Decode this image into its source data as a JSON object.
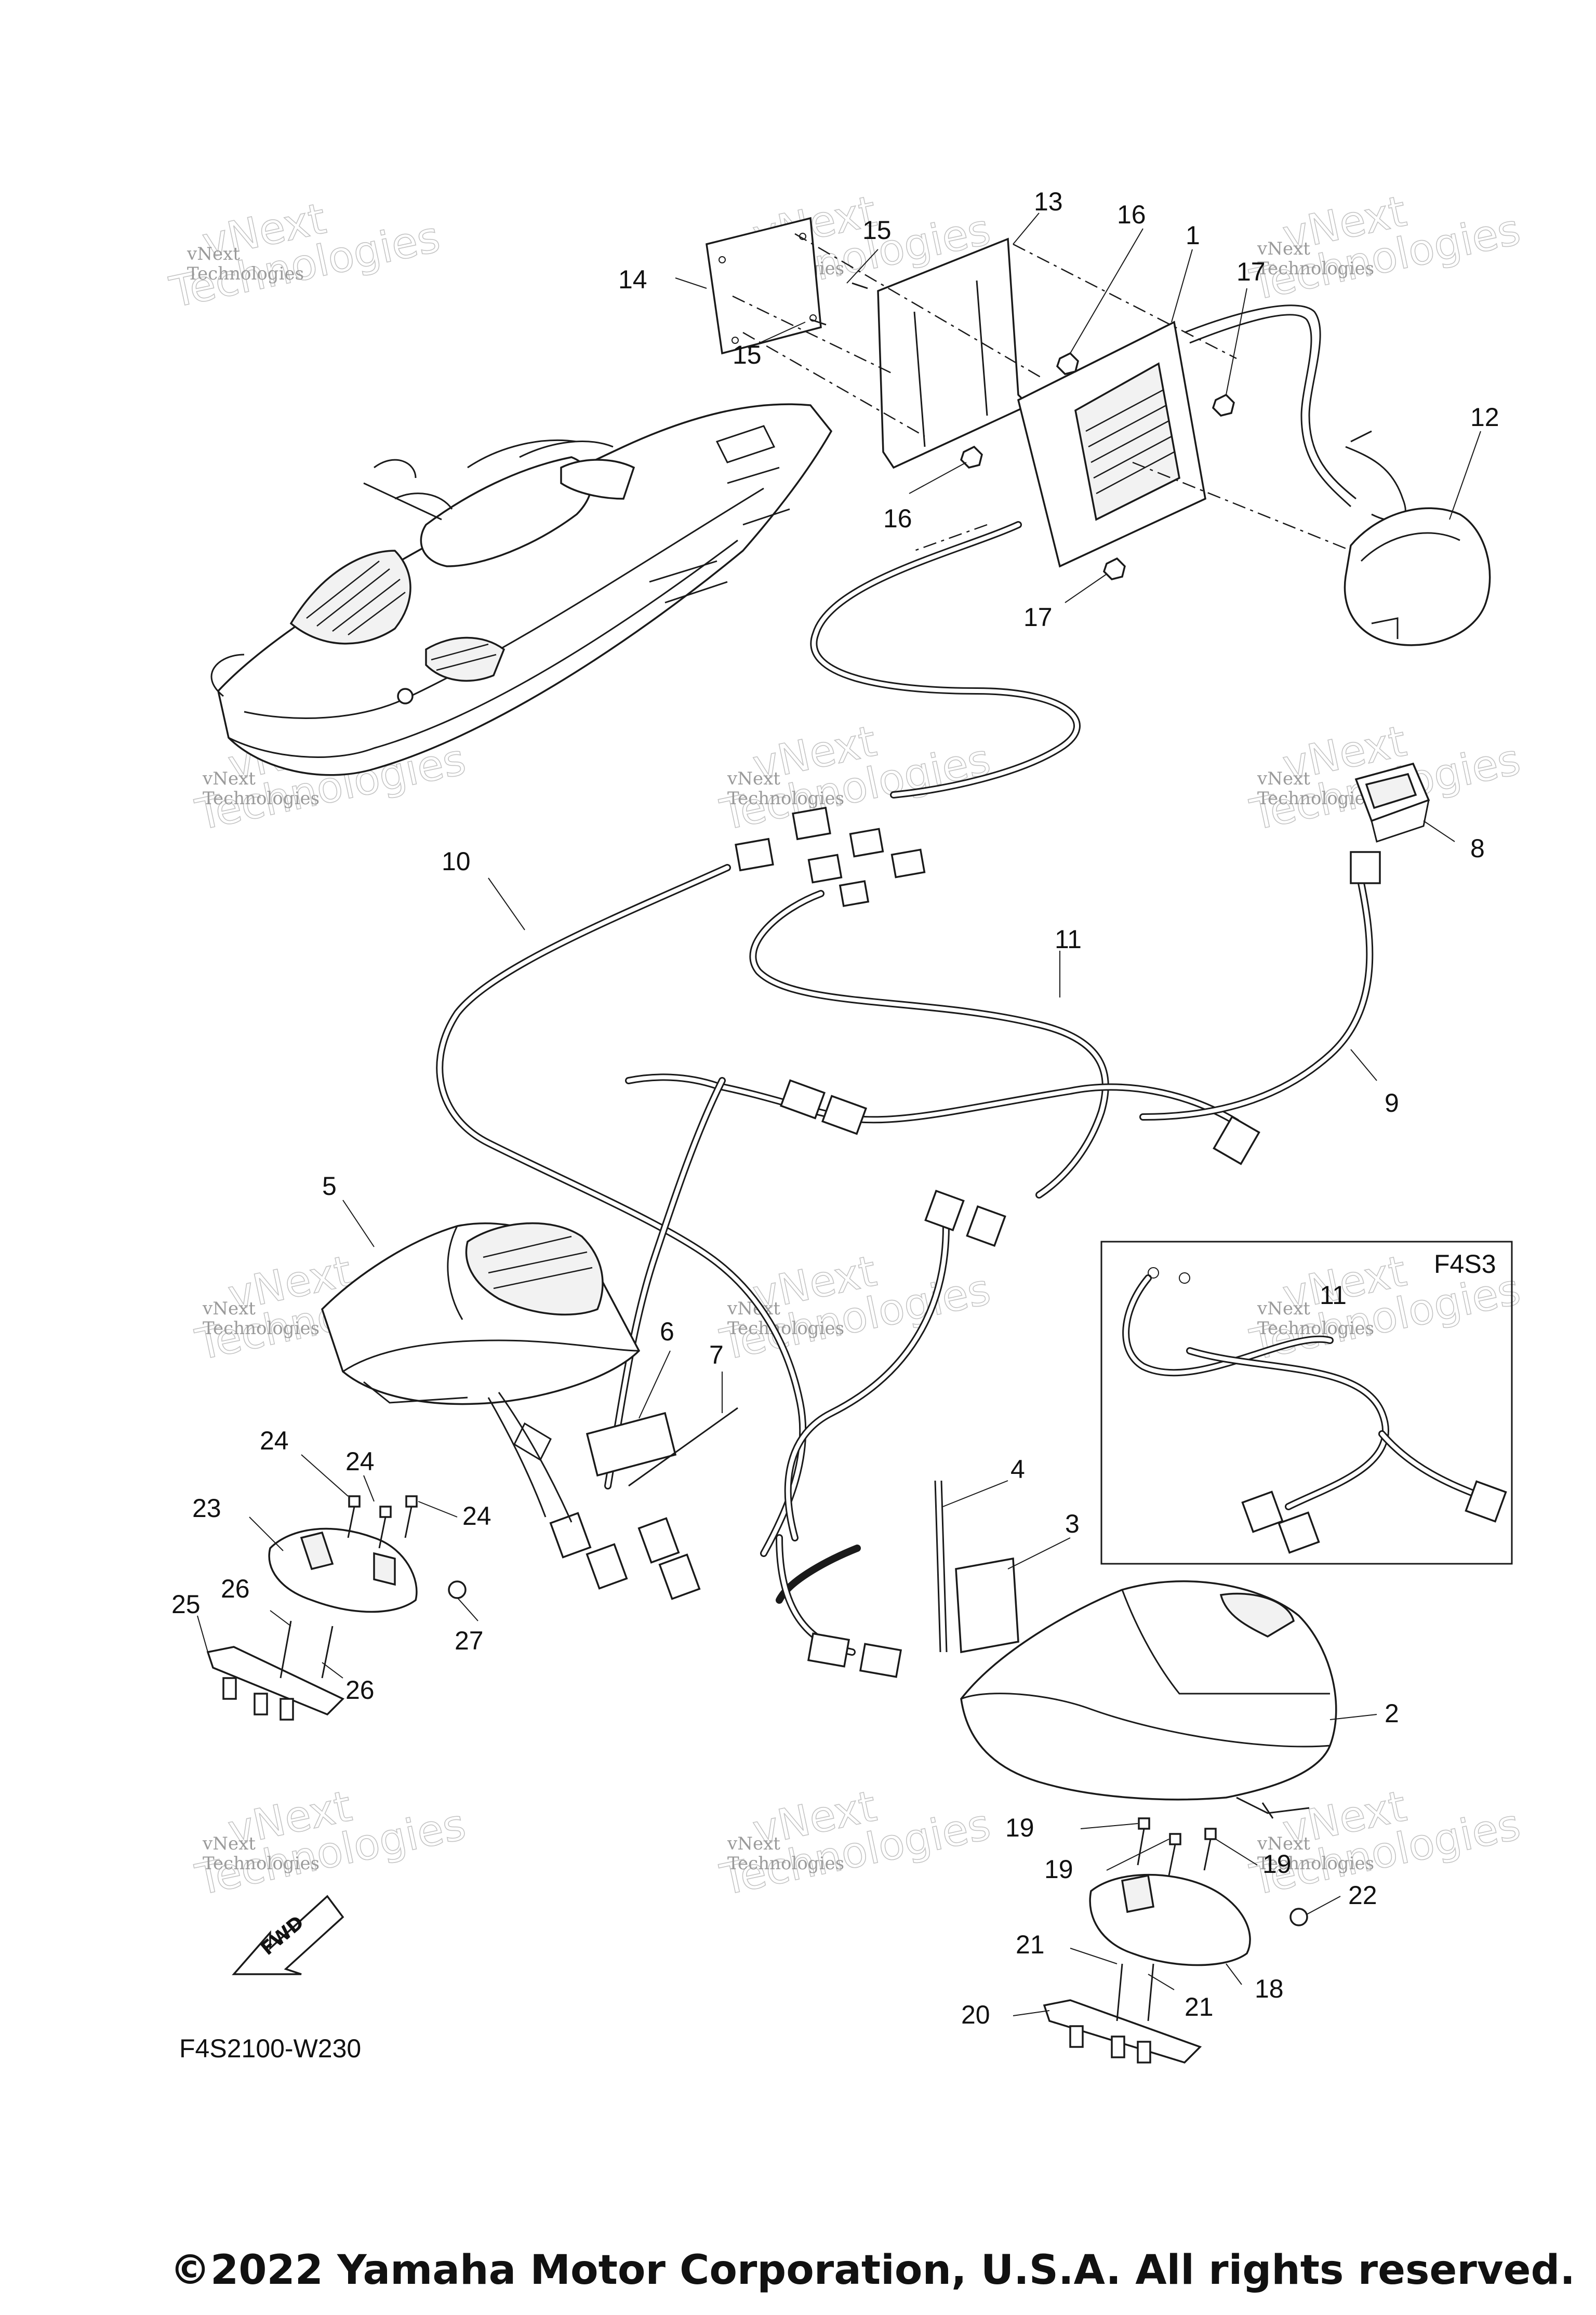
{
  "callouts": {
    "c1": "1",
    "c2": "2",
    "c3": "3",
    "c4": "4",
    "c5": "5",
    "c6": "6",
    "c7": "7",
    "c8": "8",
    "c9": "9",
    "c10": "10",
    "c11": "11",
    "c11b": "11",
    "c12": "12",
    "c13": "13",
    "c14": "14",
    "c15a": "15",
    "c15b": "15",
    "c16a": "16",
    "c16b": "16",
    "c17a": "17",
    "c17b": "17",
    "c18": "18",
    "c19a": "19",
    "c19b": "19",
    "c19c": "19",
    "c20": "20",
    "c21a": "21",
    "c21b": "21",
    "c22": "22",
    "c23": "23",
    "c24a": "24",
    "c24b": "24",
    "c24c": "24",
    "c25": "25",
    "c26a": "26",
    "c26b": "26",
    "c27": "27"
  },
  "inset_label": "F4S3",
  "fwd_label": "FWD",
  "diagram_code": "F4S2100-W230",
  "watermark": {
    "line1": "vNext",
    "line2": "Technologies"
  },
  "copyright": "©2022 Yamaha Motor Corporation, U.S.A. All rights reserved."
}
